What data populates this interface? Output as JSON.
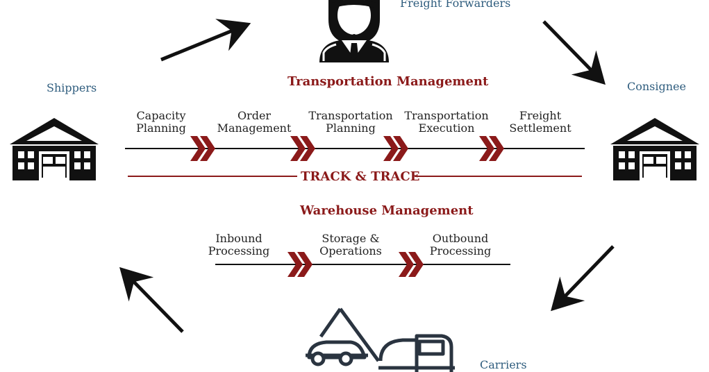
{
  "actors": {
    "freight_forwarders": "Freight Forwarders",
    "shippers": "Shippers",
    "consignee": "Consignee",
    "carriers": "Carriers"
  },
  "transportation": {
    "title": "Transportation Management",
    "steps": [
      {
        "line1": "Capacity",
        "line2": "Planning"
      },
      {
        "line1": "Order",
        "line2": "Management"
      },
      {
        "line1": "Transportation",
        "line2": "Planning"
      },
      {
        "line1": "Transportation",
        "line2": "Execution"
      },
      {
        "line1": "Freight",
        "line2": "Settlement"
      }
    ],
    "track_trace": "TRACK & TRACE"
  },
  "warehouse": {
    "title": "Warehouse Management",
    "steps": [
      {
        "line1": "Inbound",
        "line2": "Processing"
      },
      {
        "line1": "Storage &",
        "line2": "Operations"
      },
      {
        "line1": "Outbound",
        "line2": "Processing"
      }
    ]
  },
  "colors": {
    "accent": "#8b1a1a",
    "actor_text": "#2f5d7e",
    "ink": "#111111"
  }
}
